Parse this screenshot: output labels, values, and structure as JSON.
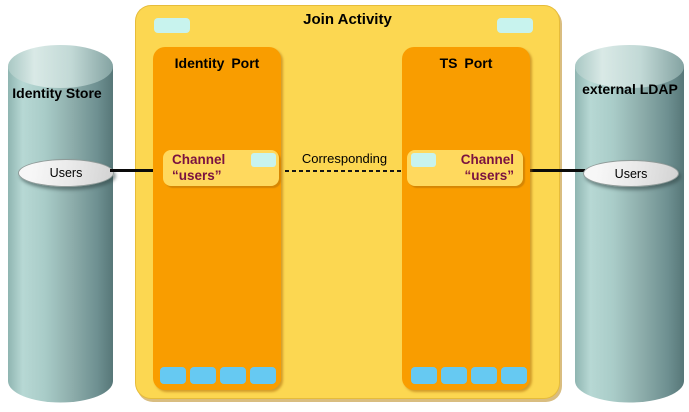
{
  "diagram": {
    "title": "Join Activity",
    "corresponding_label": "Corresponding",
    "identity_store": {
      "name": "Identity Store",
      "node": "Users"
    },
    "external_ldap": {
      "name": "external LDAP",
      "node": "Users"
    },
    "ports": [
      {
        "name": "Identity Port",
        "channel_line1": "Channel",
        "channel_line2": "“users”"
      },
      {
        "name": "TS Port",
        "channel_line1": "Channel",
        "channel_line2": "“users”"
      }
    ],
    "colors": {
      "activity_fill": "#FCD751",
      "port_fill": "#F99D00",
      "channel_fill": "#FFD95E",
      "channel_text": "#7A1240",
      "chip_pale_cyan": "#C8F3EE",
      "chip_sky_blue": "#66C9F2",
      "cylinder_light": "#B5D6D2",
      "cylinder_dark": "#577778",
      "entity_ellipse_fill": "#EDEDED"
    }
  }
}
